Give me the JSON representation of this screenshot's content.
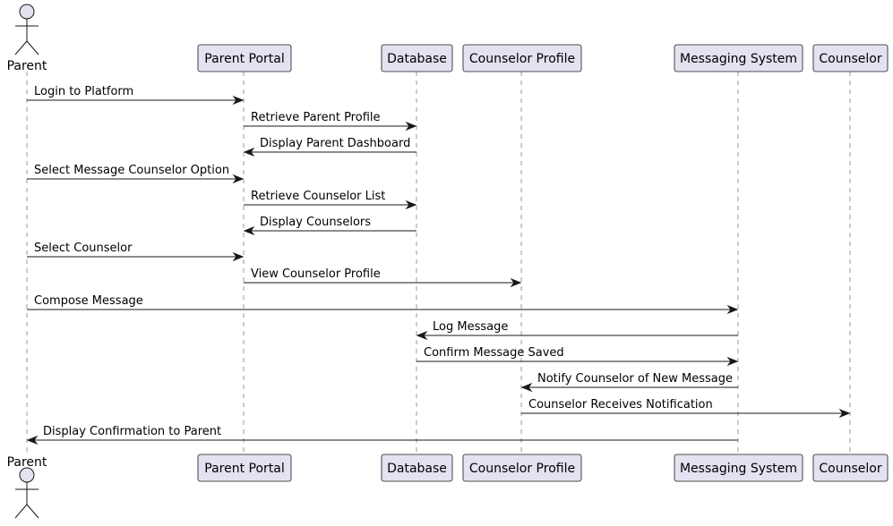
{
  "participants": [
    {
      "id": "parent",
      "label": "Parent",
      "kind": "actor"
    },
    {
      "id": "portal",
      "label": "Parent Portal",
      "kind": "participant"
    },
    {
      "id": "db",
      "label": "Database",
      "kind": "participant"
    },
    {
      "id": "profile",
      "label": "Counselor Profile",
      "kind": "participant"
    },
    {
      "id": "msg",
      "label": "Messaging System",
      "kind": "participant"
    },
    {
      "id": "counselor",
      "label": "Counselor",
      "kind": "participant"
    }
  ],
  "messages": [
    {
      "from": "parent",
      "to": "portal",
      "label": "Login to Platform"
    },
    {
      "from": "portal",
      "to": "db",
      "label": "Retrieve Parent Profile"
    },
    {
      "from": "db",
      "to": "portal",
      "label": "Display Parent Dashboard"
    },
    {
      "from": "parent",
      "to": "portal",
      "label": "Select Message Counselor Option"
    },
    {
      "from": "portal",
      "to": "db",
      "label": "Retrieve Counselor List"
    },
    {
      "from": "db",
      "to": "portal",
      "label": "Display Counselors"
    },
    {
      "from": "parent",
      "to": "portal",
      "label": "Select Counselor"
    },
    {
      "from": "portal",
      "to": "profile",
      "label": "View Counselor Profile"
    },
    {
      "from": "parent",
      "to": "msg",
      "label": "Compose Message"
    },
    {
      "from": "msg",
      "to": "db",
      "label": "Log Message"
    },
    {
      "from": "db",
      "to": "msg",
      "label": "Confirm Message Saved"
    },
    {
      "from": "msg",
      "to": "profile",
      "label": "Notify Counselor of New Message"
    },
    {
      "from": "profile",
      "to": "counselor",
      "label": "Counselor Receives Notification"
    },
    {
      "from": "msg",
      "to": "parent",
      "label": "Display Confirmation to Parent"
    }
  ],
  "colors": {
    "participant_fill": "#e2e2f0",
    "participant_border": "#181818",
    "lifeline": "#9a9a9a",
    "arrow": "#181818"
  }
}
